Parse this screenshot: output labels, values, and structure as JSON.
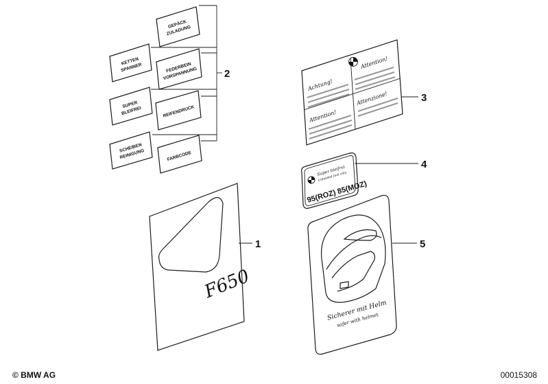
{
  "labels_group_2": [
    {
      "line1": "GEPÄCK",
      "line2": "ZULADUNG"
    },
    {
      "line1": "KETTEN",
      "line2": "SPANNER"
    },
    {
      "line1": "FEDERBEIN",
      "line2": "VORSPANNUNG"
    },
    {
      "line1": "SUPER",
      "line2": "BLEIFREI"
    },
    {
      "line1": "REIFENDRUCK",
      "line2": ""
    },
    {
      "line1": "SCHEIBEN",
      "line2": "REINIGUNG"
    },
    {
      "line1": "FARBCODE",
      "line2": ""
    }
  ],
  "callouts": {
    "c1": "1",
    "c2": "2",
    "c3": "3",
    "c4": "4",
    "c5": "5"
  },
  "sticker1": {
    "text": "F650"
  },
  "sticker3": {
    "attention1": "Attention!",
    "achtung": "Achtung!",
    "attention2": "Attention!",
    "attenzione": "Attenzione!"
  },
  "sticker4": {
    "line1": "Super bleifrei",
    "line2": "Unleaded fuel only",
    "line3": "95(ROZ) 85(MOZ)"
  },
  "sticker5": {
    "line1": "Sicherer mit Helm",
    "line2": "safer with helmet"
  },
  "footer": {
    "copyright": "© BMW AG",
    "diagram_id": "00015308"
  }
}
